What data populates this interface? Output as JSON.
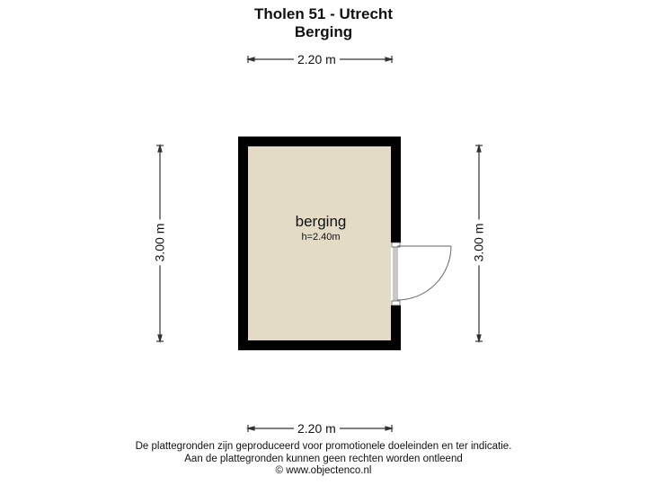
{
  "header": {
    "title": "Tholen 51 - Utrecht",
    "subtitle": "Berging"
  },
  "dimensions": {
    "top": "2.20 m",
    "bottom": "2.20 m",
    "left": "3.00 m",
    "right": "3.00 m"
  },
  "room": {
    "name": "berging",
    "height": "h=2.40m",
    "floor_color": "#e3dbc6",
    "wall_color": "#000000"
  },
  "footer": {
    "line1": "De plattegronden zijn geproduceerd voor promotionele doeleinden en ter indicatie.",
    "line2": "Aan de plattegronden kunnen geen rechten worden ontleend",
    "line3": "© www.objectenco.nl"
  }
}
